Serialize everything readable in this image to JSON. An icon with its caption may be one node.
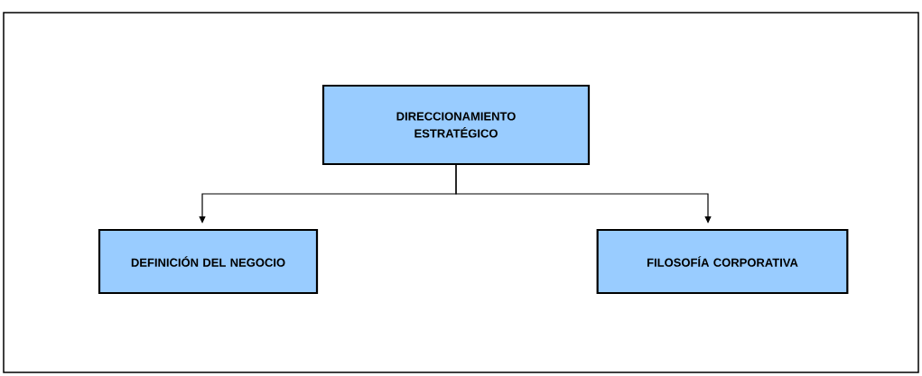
{
  "diagram": {
    "nodes": [
      {
        "text": [
          "DIRECCIONAMIENTO ESTRATÉGICO"
        ]
      },
      {
        "text": [
          "DEFINICIÓN DEL NEGOCIO"
        ]
      },
      {
        "text": [
          "FILOSOFÍA CORPORATIVA"
        ]
      }
    ],
    "edges": [
      {
        "from": 0,
        "to": 1,
        "arrow": "to"
      },
      {
        "from": 0,
        "to": 2,
        "arrow": "to"
      }
    ]
  }
}
